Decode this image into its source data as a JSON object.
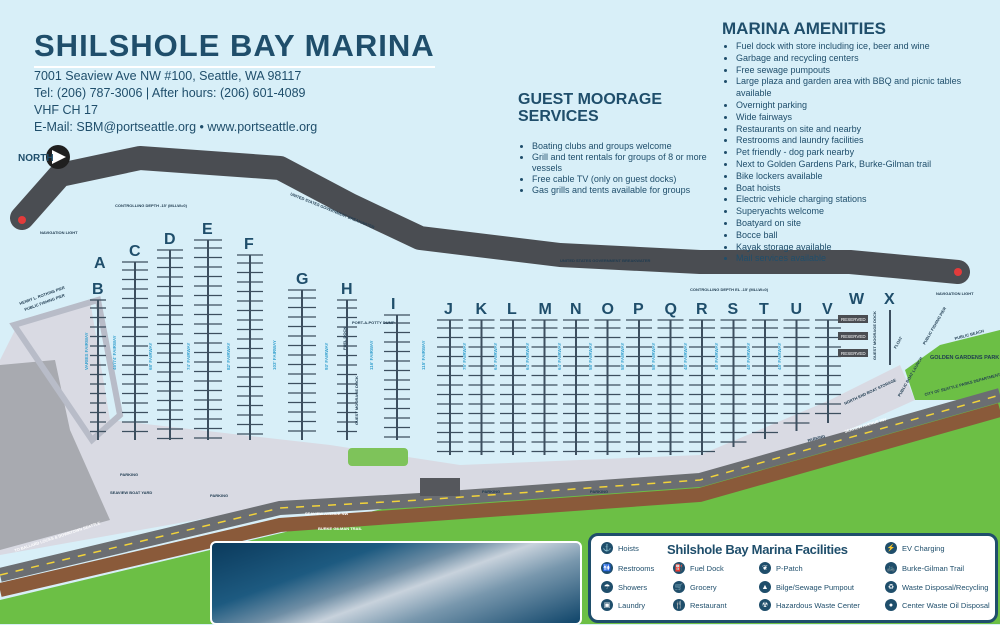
{
  "header": {
    "title": "SHILSHOLE BAY MARINA",
    "address": "7001 Seaview Ave NW #100, Seattle, WA 98117",
    "phone": "Tel: (206) 787-3006 | After hours:  (206) 601-4089",
    "radio": "VHF CH 17",
    "contact": "E-Mail: SBM@portseattle.org • www.portseattle.org"
  },
  "guest_moorage": {
    "title_line1": "GUEST MOORAGE",
    "title_line2": "SERVICES",
    "items": [
      "Boating clubs and groups welcome",
      "Grill and tent rentals for groups of 8 or more vessels",
      "Free cable TV (only on guest docks)",
      "Gas grills and tents available for groups"
    ]
  },
  "amenities": {
    "title": "MARINA AMENITIES",
    "items": [
      "Fuel dock with store including ice, beer and wine",
      "Garbage and recycling centers",
      "Free sewage pumpouts",
      "Large plaza and garden area with BBQ and picnic tables available",
      "Overnight parking",
      "Wide fairways",
      "Restaurants on site and nearby",
      "Restrooms and laundry facilities",
      "Pet friendly - dog park nearby",
      "Next to Golden Gardens Park, Burke-Gilman trail",
      "Bike lockers available",
      "Boat hoists",
      "Electric vehicle charging stations",
      "Superyachts welcome",
      "Boatyard on site",
      "Bocce ball",
      "Kayak storage available",
      "Mail services available"
    ]
  },
  "map": {
    "north": "NORTH",
    "nav_light_west": "NAVIGATION LIGHT",
    "nav_light_east": "NAVIGATION LIGHT",
    "depth_west": "CONTROLLING DEPTH -15' (MLLW=0)",
    "depth_east": "CONTROLLING DEPTH EL -15' (MLLW=0)",
    "breakwater_1": "UNITED STATES GOVERNMENT BREAKWATER",
    "breakwater_2": "UNITED STATES GOVERNMENT BREAKWATER",
    "pier_name": "HENRY L. ROTKINS PIER",
    "pier_sub": "PUBLIC FISHING PIER",
    "port_a_potty": "PORT-A-POTTY DUMP",
    "fuel_dock": "FUEL DOCK",
    "guest_dock": "GUEST MOORAGE DOCK",
    "guest_dock_east": "GUEST MOORAGE DOCK",
    "reserved": "RESERVED",
    "north_end_storage": "NORTH END BOAT STORAGE",
    "parking": "PARKING",
    "boat_yard": "SEAVIEW BOAT YARD",
    "street": "SEAVIEW AVENUE NW",
    "trail": "BURKE GILMAN TRAIL",
    "golden_gardens": "GOLDEN GARDENS PARK",
    "parks_dept": "CITY OF SEATTLE PARKS DEPARTMENT",
    "public_beach": "PUBLIC BEACH",
    "public_pier": "PUBLIC FISHING PIER",
    "boat_launch": "PUBLIC BOAT LAUNCH",
    "float": "FLOAT",
    "to_downtown": "TO BALLARD LOCKS & DOWNTOWN SEATTLE",
    "docks": [
      "A",
      "B",
      "C",
      "D",
      "E",
      "F",
      "G",
      "H",
      "I",
      "J",
      "K",
      "L",
      "M",
      "N",
      "O",
      "P",
      "Q",
      "R",
      "S",
      "T",
      "U",
      "V",
      "W",
      "X"
    ],
    "fairways": [
      "VARIES FAIRWAY",
      "46'/74' FAIRWAY",
      "68' FAIRWAY",
      "74' FAIRWAY",
      "82' FAIRWAY",
      "103' FAIRWAY",
      "93' FAIRWAY",
      "116' FAIRWAY",
      "115' FAIRWAY",
      "75' FAIRWAY",
      "64' FAIRWAY",
      "64' FAIRWAY",
      "64' FAIRWAY",
      "58' FAIRWAY",
      "58' FAIRWAY",
      "58' FAIRWAY",
      "48' FAIRWAY",
      "48' FAIRWAY",
      "48' FAIRWAY",
      "48' FAIRWAY"
    ]
  },
  "legend": {
    "title": "Shilshole Bay Marina Facilities",
    "items": [
      {
        "label": "Hoists",
        "icon": "hoist-icon",
        "glyph": "⚓"
      },
      {
        "label": "Restrooms",
        "icon": "restroom-icon",
        "glyph": "🚻"
      },
      {
        "label": "Showers",
        "icon": "shower-icon",
        "glyph": "☂"
      },
      {
        "label": "Laundry",
        "icon": "laundry-icon",
        "glyph": "▣"
      },
      {
        "label": "Fuel Dock",
        "icon": "fuel-icon",
        "glyph": "⛽"
      },
      {
        "label": "Grocery",
        "icon": "grocery-icon",
        "glyph": "🛒"
      },
      {
        "label": "Restaurant",
        "icon": "restaurant-icon",
        "glyph": "🍴"
      },
      {
        "label": "P-Patch",
        "icon": "leaf-icon",
        "glyph": "❦"
      },
      {
        "label": "Bilge/Sewage Pumpout",
        "icon": "pumpout-icon",
        "glyph": "▲"
      },
      {
        "label": "Hazardous Waste Center",
        "icon": "hazard-icon",
        "glyph": "☢"
      },
      {
        "label": "EV Charging",
        "icon": "ev-charging-icon",
        "glyph": "⚡"
      },
      {
        "label": "Burke-Gilman Trail",
        "icon": "bike-icon",
        "glyph": "🚲"
      },
      {
        "label": "Waste Disposal/Recycling",
        "icon": "recycle-icon",
        "glyph": "♻"
      },
      {
        "label": "Center Waste Oil Disposal",
        "icon": "oil-icon",
        "glyph": "●"
      }
    ]
  },
  "colors": {
    "water": "#d8eff8",
    "text": "#1f4e6b",
    "breakwater": "#4a4d52",
    "land": "#d9dae3",
    "grass": "#6cbf45",
    "trail": "#8a5a3a",
    "road": "#6b6e72",
    "dock": "#3d4f5f"
  }
}
